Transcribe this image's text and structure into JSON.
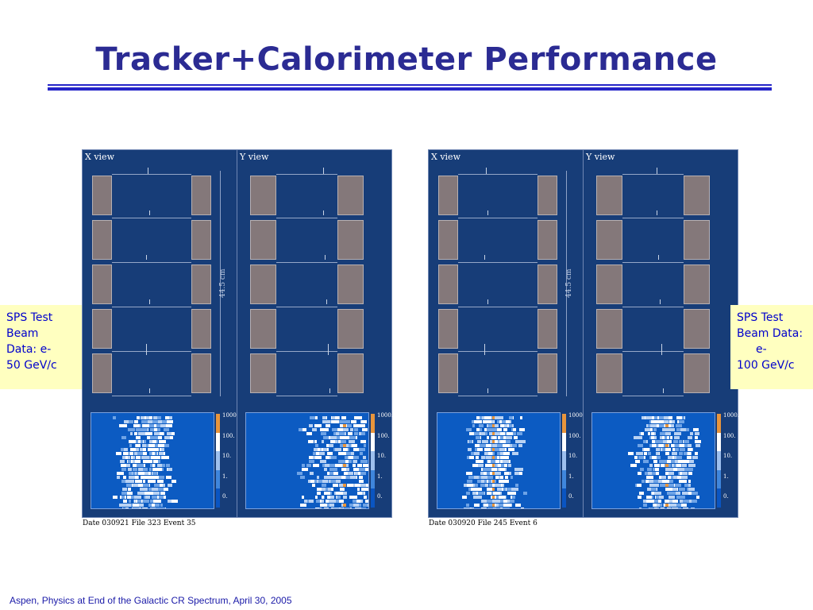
{
  "slide": {
    "title": "Tracker+Calorimeter Performance",
    "footer": "Aspen, Physics at End of the Galactic CR Spectrum, April 30, 2005"
  },
  "left_note": {
    "lines": [
      "SPS Test",
      "Beam",
      "Data: e-",
      "50 GeV/c"
    ]
  },
  "right_note": {
    "lines": [
      "SPS Test",
      "Beam Data:",
      "e-",
      "100 GeV/c"
    ]
  },
  "events": [
    {
      "caption": "Date 030921 File 323 Event 35",
      "x_view_label": "X view",
      "y_view_label": "Y view",
      "scale_label": "44.5 cm",
      "colorbar_labels": [
        "1000.",
        "100.",
        "10.",
        "1.",
        "0."
      ]
    },
    {
      "caption": "Date 030920 File 245 Event 6",
      "x_view_label": "X view",
      "y_view_label": "Y view",
      "scale_label": "44.5 cm",
      "colorbar_labels": [
        "1000.",
        "100.",
        "10.",
        "1.",
        "0."
      ]
    }
  ],
  "colors": {
    "title": "#2b2b93",
    "panel_bg": "#173d78",
    "calo_bg": "#0c5bc2",
    "note_bg": "#ffffc0",
    "note_text": "#0000cc",
    "colorbar": [
      "#e8953c",
      "#ffffff",
      "#9ec0ee",
      "#3f86dc",
      "#0a55c2"
    ]
  }
}
